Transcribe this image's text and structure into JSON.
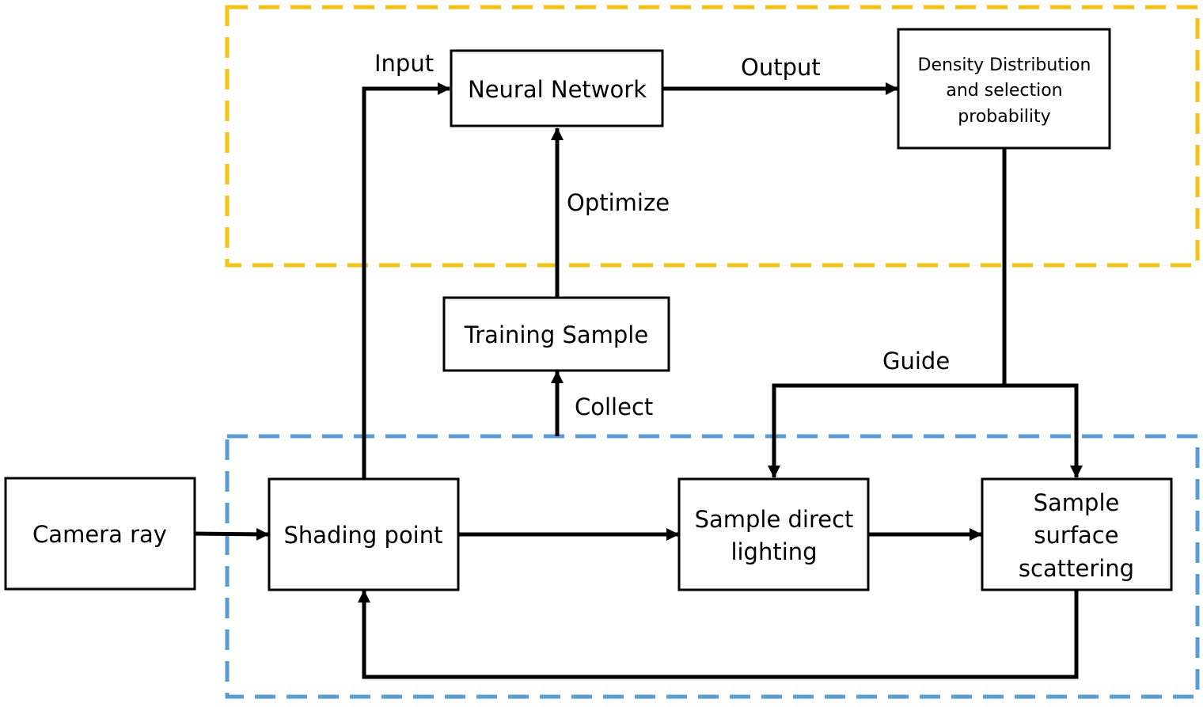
{
  "colors": {
    "neural_region_border": "#F5C216",
    "render_region_border": "#5B9BD5",
    "box_border": "#000000",
    "arrow": "#000000",
    "background": "#FFFFFF"
  },
  "nodes": {
    "neural_network": "Neural Network",
    "density_distribution": [
      "Density Distribution",
      "and selection",
      "probability"
    ],
    "training_sample": "Training Sample",
    "camera_ray": "Camera ray",
    "shading_point": "Shading point",
    "sample_direct_lighting": [
      "Sample direct",
      "lighting"
    ],
    "sample_surface_scattering": [
      "Sample",
      "surface",
      "scattering"
    ]
  },
  "edge_labels": {
    "input": "Input",
    "output": "Output",
    "optimize": "Optimize",
    "collect": "Collect",
    "guide": "Guide"
  }
}
